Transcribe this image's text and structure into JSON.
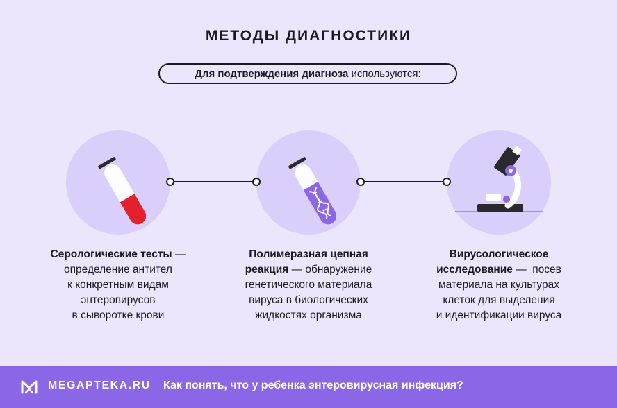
{
  "header": {
    "title": "МЕТОДЫ ДИАГНОСТИКИ",
    "subtitle_bold": "Для подтверждения диагноза",
    "subtitle_rest": " используются:"
  },
  "methods": [
    {
      "icon": "test-tube-blood-icon",
      "title": "Серологические тесты",
      "text_lines": [
        " —",
        "определение антител",
        "к конкретным видам",
        "энтеровирусов",
        "в сыворотке крови"
      ]
    },
    {
      "icon": "test-tube-dna-icon",
      "title_line1": "Полимеразная цепная",
      "title_line2": "реакция",
      "text_lines": [
        " — обнаружение",
        "генетического материала",
        "вируса в биологических",
        "жидкостях организма"
      ]
    },
    {
      "icon": "microscope-icon",
      "title_line1": "Вирусологическое",
      "title_line2": "исследование",
      "text_lines": " —  посев",
      "text_more": [
        "материала на культурах",
        "клеток для выделения",
        "и идентификации вируса"
      ]
    }
  ],
  "footer": {
    "brand": "MEGAPTEKA.RU",
    "tagline": "Как понять, что у ребенка энтеровирусная инфекция?"
  },
  "colors": {
    "background": "#ebe6fb",
    "circle": "#d9cffa",
    "accent": "#8b67e8",
    "blood": "#e3202b",
    "dark": "#1b1b1f"
  }
}
